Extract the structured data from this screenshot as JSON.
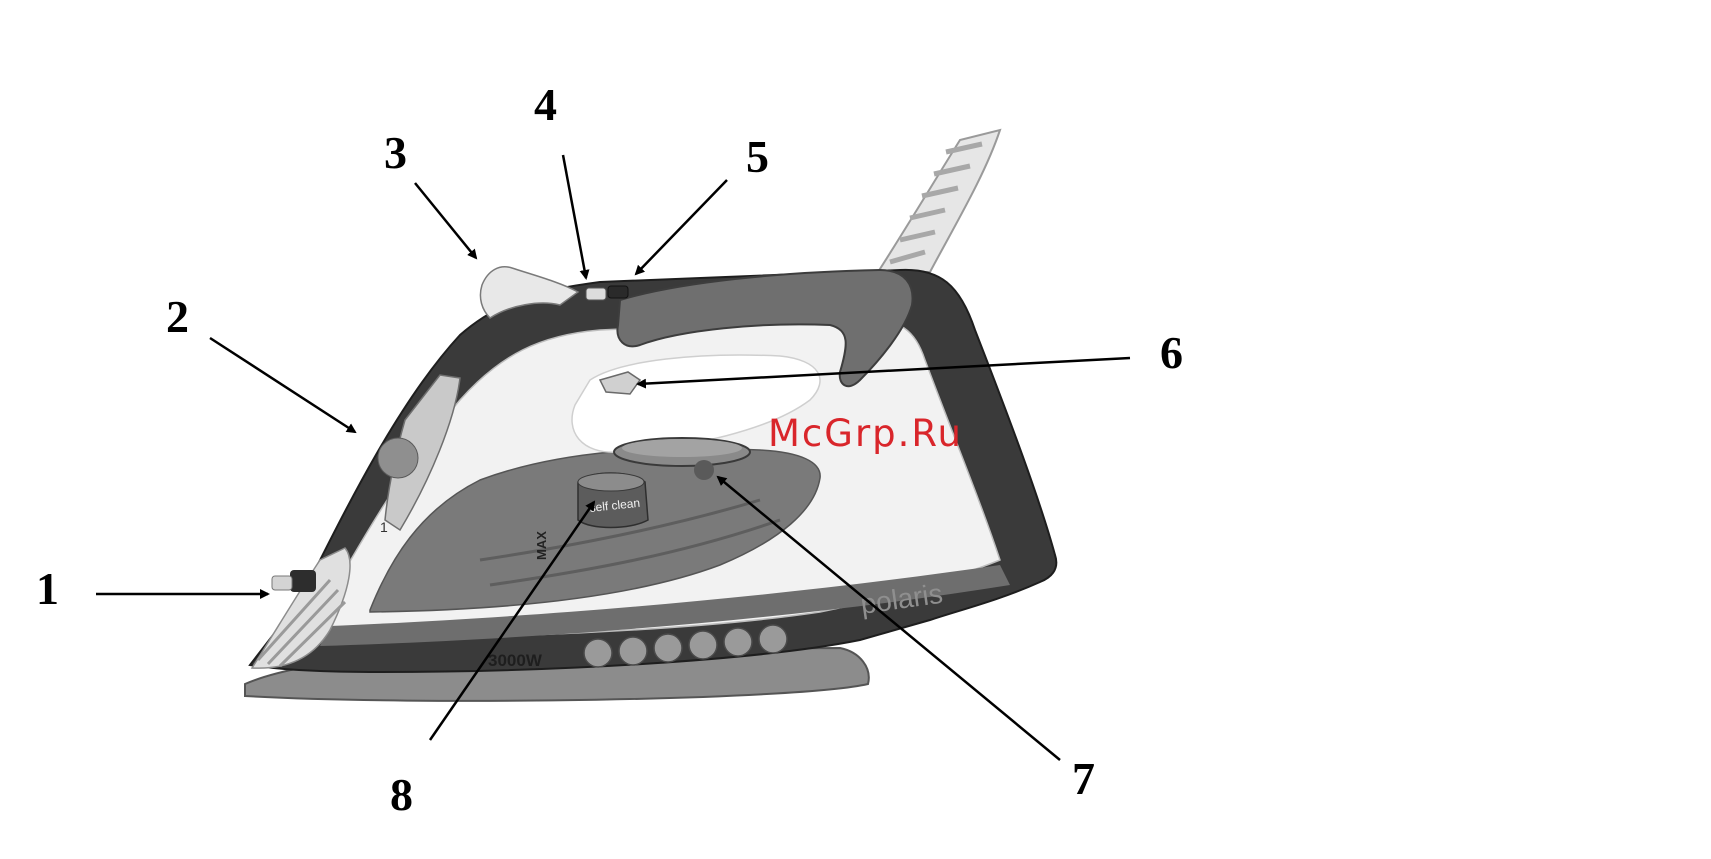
{
  "diagram": {
    "callouts": [
      {
        "id": "1",
        "label": "1"
      },
      {
        "id": "2",
        "label": "2"
      },
      {
        "id": "3",
        "label": "3"
      },
      {
        "id": "4",
        "label": "4"
      },
      {
        "id": "5",
        "label": "5"
      },
      {
        "id": "6",
        "label": "6"
      },
      {
        "id": "7",
        "label": "7"
      },
      {
        "id": "8",
        "label": "8"
      }
    ],
    "product_text": {
      "brand": "polaris",
      "power": "3000W",
      "max_mark": "MAX",
      "self_clean": "self clean",
      "level_mark": "1"
    },
    "watermark": "McGrp.Ru"
  },
  "colors": {
    "body_dark": "#3a3a3a",
    "body_mid": "#7a7a7a",
    "body_light": "#f0f0f0",
    "soleplate": "#8c8c8c",
    "arrow": "#000000",
    "watermark": "#d9262b"
  }
}
